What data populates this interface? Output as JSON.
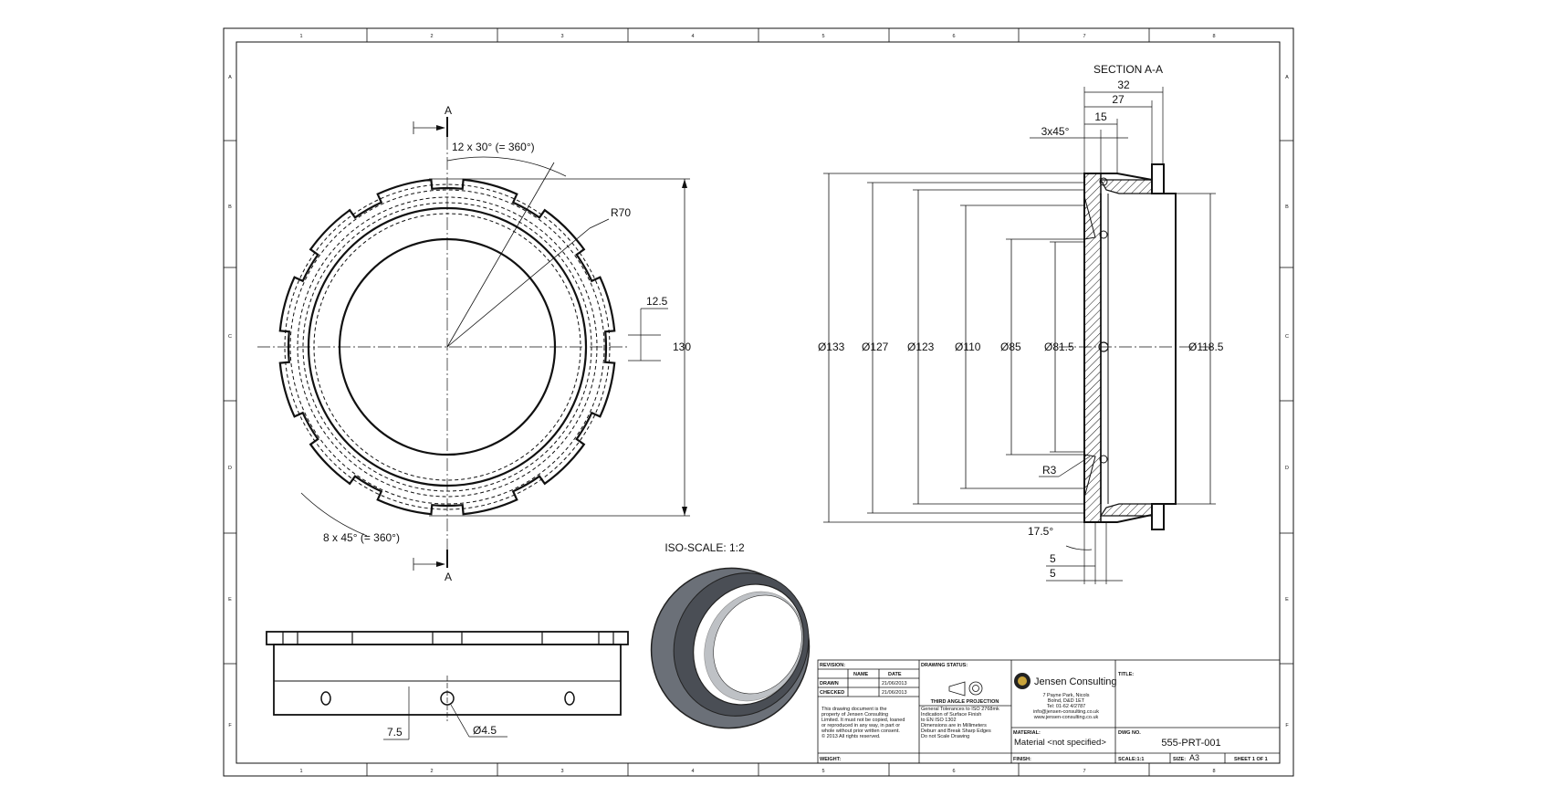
{
  "section_marker": "A",
  "section_title": "SECTION A-A",
  "iso_scale": "ISO-SCALE: 1:2",
  "front_view": {
    "angle_top": "12 x 30° (= 360°)",
    "radius": "R70",
    "notch_width": "12.5",
    "overall_height": "130",
    "angle_bottom": "8 x 45° (= 360°)"
  },
  "section_view": {
    "dim_32": "32",
    "dim_27": "27",
    "dim_15": "15",
    "chamfer": "3x45°",
    "dia_133": "Ø133",
    "dia_127": "Ø127",
    "dia_123": "Ø123",
    "dia_110": "Ø110",
    "dia_85": "Ø85",
    "dia_81_5": "Ø81.5",
    "dia_118_5": "Ø118.5",
    "radius_r3": "R3",
    "angle_17_5": "17.5°",
    "dim_5a": "5",
    "dim_5b": "5"
  },
  "side_view": {
    "dim_7_5": "7.5",
    "hole_dia": "Ø4.5"
  },
  "border": {
    "col_numbers": [
      "1",
      "2",
      "3",
      "4",
      "5",
      "6",
      "7",
      "8"
    ],
    "row_letters": [
      "A",
      "B",
      "C",
      "D",
      "E",
      "F"
    ]
  },
  "title_block": {
    "revision_label": "REVISION:",
    "name_label": "NAME",
    "date_label": "DATE",
    "drawn_label": "DRAWN",
    "drawn_date": "21/06/2013",
    "checked_label": "CHECKED",
    "checked_date": "21/06/2013",
    "drawing_status_label": "DRAWING STATUS:",
    "projection_label": "THIRD ANGLE PROJECTION",
    "company_name": "Jensen Consulting",
    "company_address": [
      "7 Payne Park, Nicols",
      "Bolnd, D&D 1ET",
      "Tel: 01-62 4/2787",
      "info@jensen-consulting.co.uk",
      "www.jensen-consulting.co.uk"
    ],
    "title_label": "TITLE:",
    "notice_text": [
      "This drawing document is the",
      "property of Jensen Consulting",
      "Limited. It must not be copied, loaned",
      "or reproduced in any way, in part or",
      "whole without prior written consent.",
      "© 2013 All rights reserved."
    ],
    "tolerance_text": [
      "General Tolerances to ISO 2768mk",
      "Indication of Surface Finish",
      "to EN ISO 1302",
      "Dimensions are in Millimeters",
      "Deburr and Break Sharp Edges",
      "Do not Scale Drawing"
    ],
    "material_label": "MATERIAL:",
    "material_value": "Material <not specified>",
    "dwg_no_label": "DWG NO.",
    "dwg_no_value": "555-PRT-001",
    "weight_label": "WEIGHT:",
    "finish_label": "FINISH:",
    "scale_label": "SCALE:1:1",
    "size_label": "SIZE:",
    "size_value": "A3",
    "sheet_label": "SHEET 1 OF 1"
  }
}
